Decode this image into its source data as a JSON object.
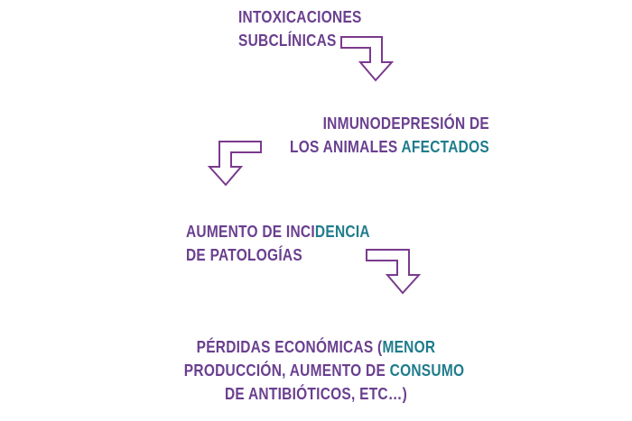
{
  "diagram": {
    "colors": {
      "purple": "#6a3f8f",
      "teal": "#1f7c8c",
      "arrow": "#7a3a8e"
    },
    "steps": [
      {
        "lines": [
          "INTOXICACIONES",
          "SUBCLÍNICAS"
        ]
      },
      {
        "lines": [
          "INMUNODEPRESIÓN DE",
          "LOS ANIMALES ",
          "AFECTADOS"
        ]
      },
      {
        "lines": [
          "AUMENTO DE INCI",
          "DENCIA",
          "DE PATOLOGÍAS"
        ]
      },
      {
        "lines": [
          "PÉRDIDAS ECONÓMICAS (",
          "MENOR",
          "PRODUCCIÓN, AUMENTO DE ",
          "CONSUMO",
          "DE ANTIBIÓTICOS, ETC…)"
        ]
      }
    ],
    "arrows": [
      {
        "icon": "bent-arrow-right-down-icon"
      },
      {
        "icon": "bent-arrow-left-down-icon"
      },
      {
        "icon": "bent-arrow-right-down-icon"
      }
    ]
  }
}
